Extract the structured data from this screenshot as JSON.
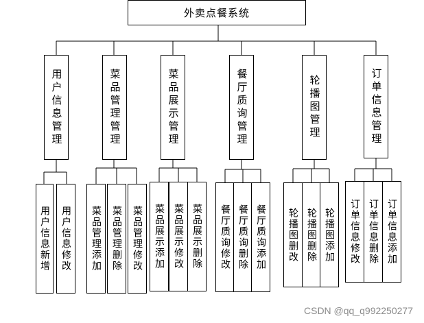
{
  "diagram": {
    "root": "外卖点餐系统",
    "modules": [
      {
        "label": "用户信息管理",
        "children": [
          "用户信息新增",
          "用户信息修改"
        ]
      },
      {
        "label": "菜品管理管理",
        "children": [
          "菜品管理添加",
          "菜品管理删除",
          "菜品管理修改"
        ]
      },
      {
        "label": "菜品展示管理",
        "children": [
          "菜品展示添加",
          "菜品展示修改",
          "菜品展示删除"
        ]
      },
      {
        "label": "餐厅质询管理",
        "children": [
          "餐厅质询修改",
          "餐厅质询删除",
          "餐厅质询添加"
        ]
      },
      {
        "label": "轮播图管理",
        "children": [
          "轮播图删改",
          "轮播图删除",
          "轮播图添加"
        ]
      },
      {
        "label": "订单信息管理",
        "children": [
          "订单信息修改",
          "订单信息删除",
          "订单信息添加"
        ]
      }
    ]
  },
  "watermark": "CSDN @qq_q992250277"
}
